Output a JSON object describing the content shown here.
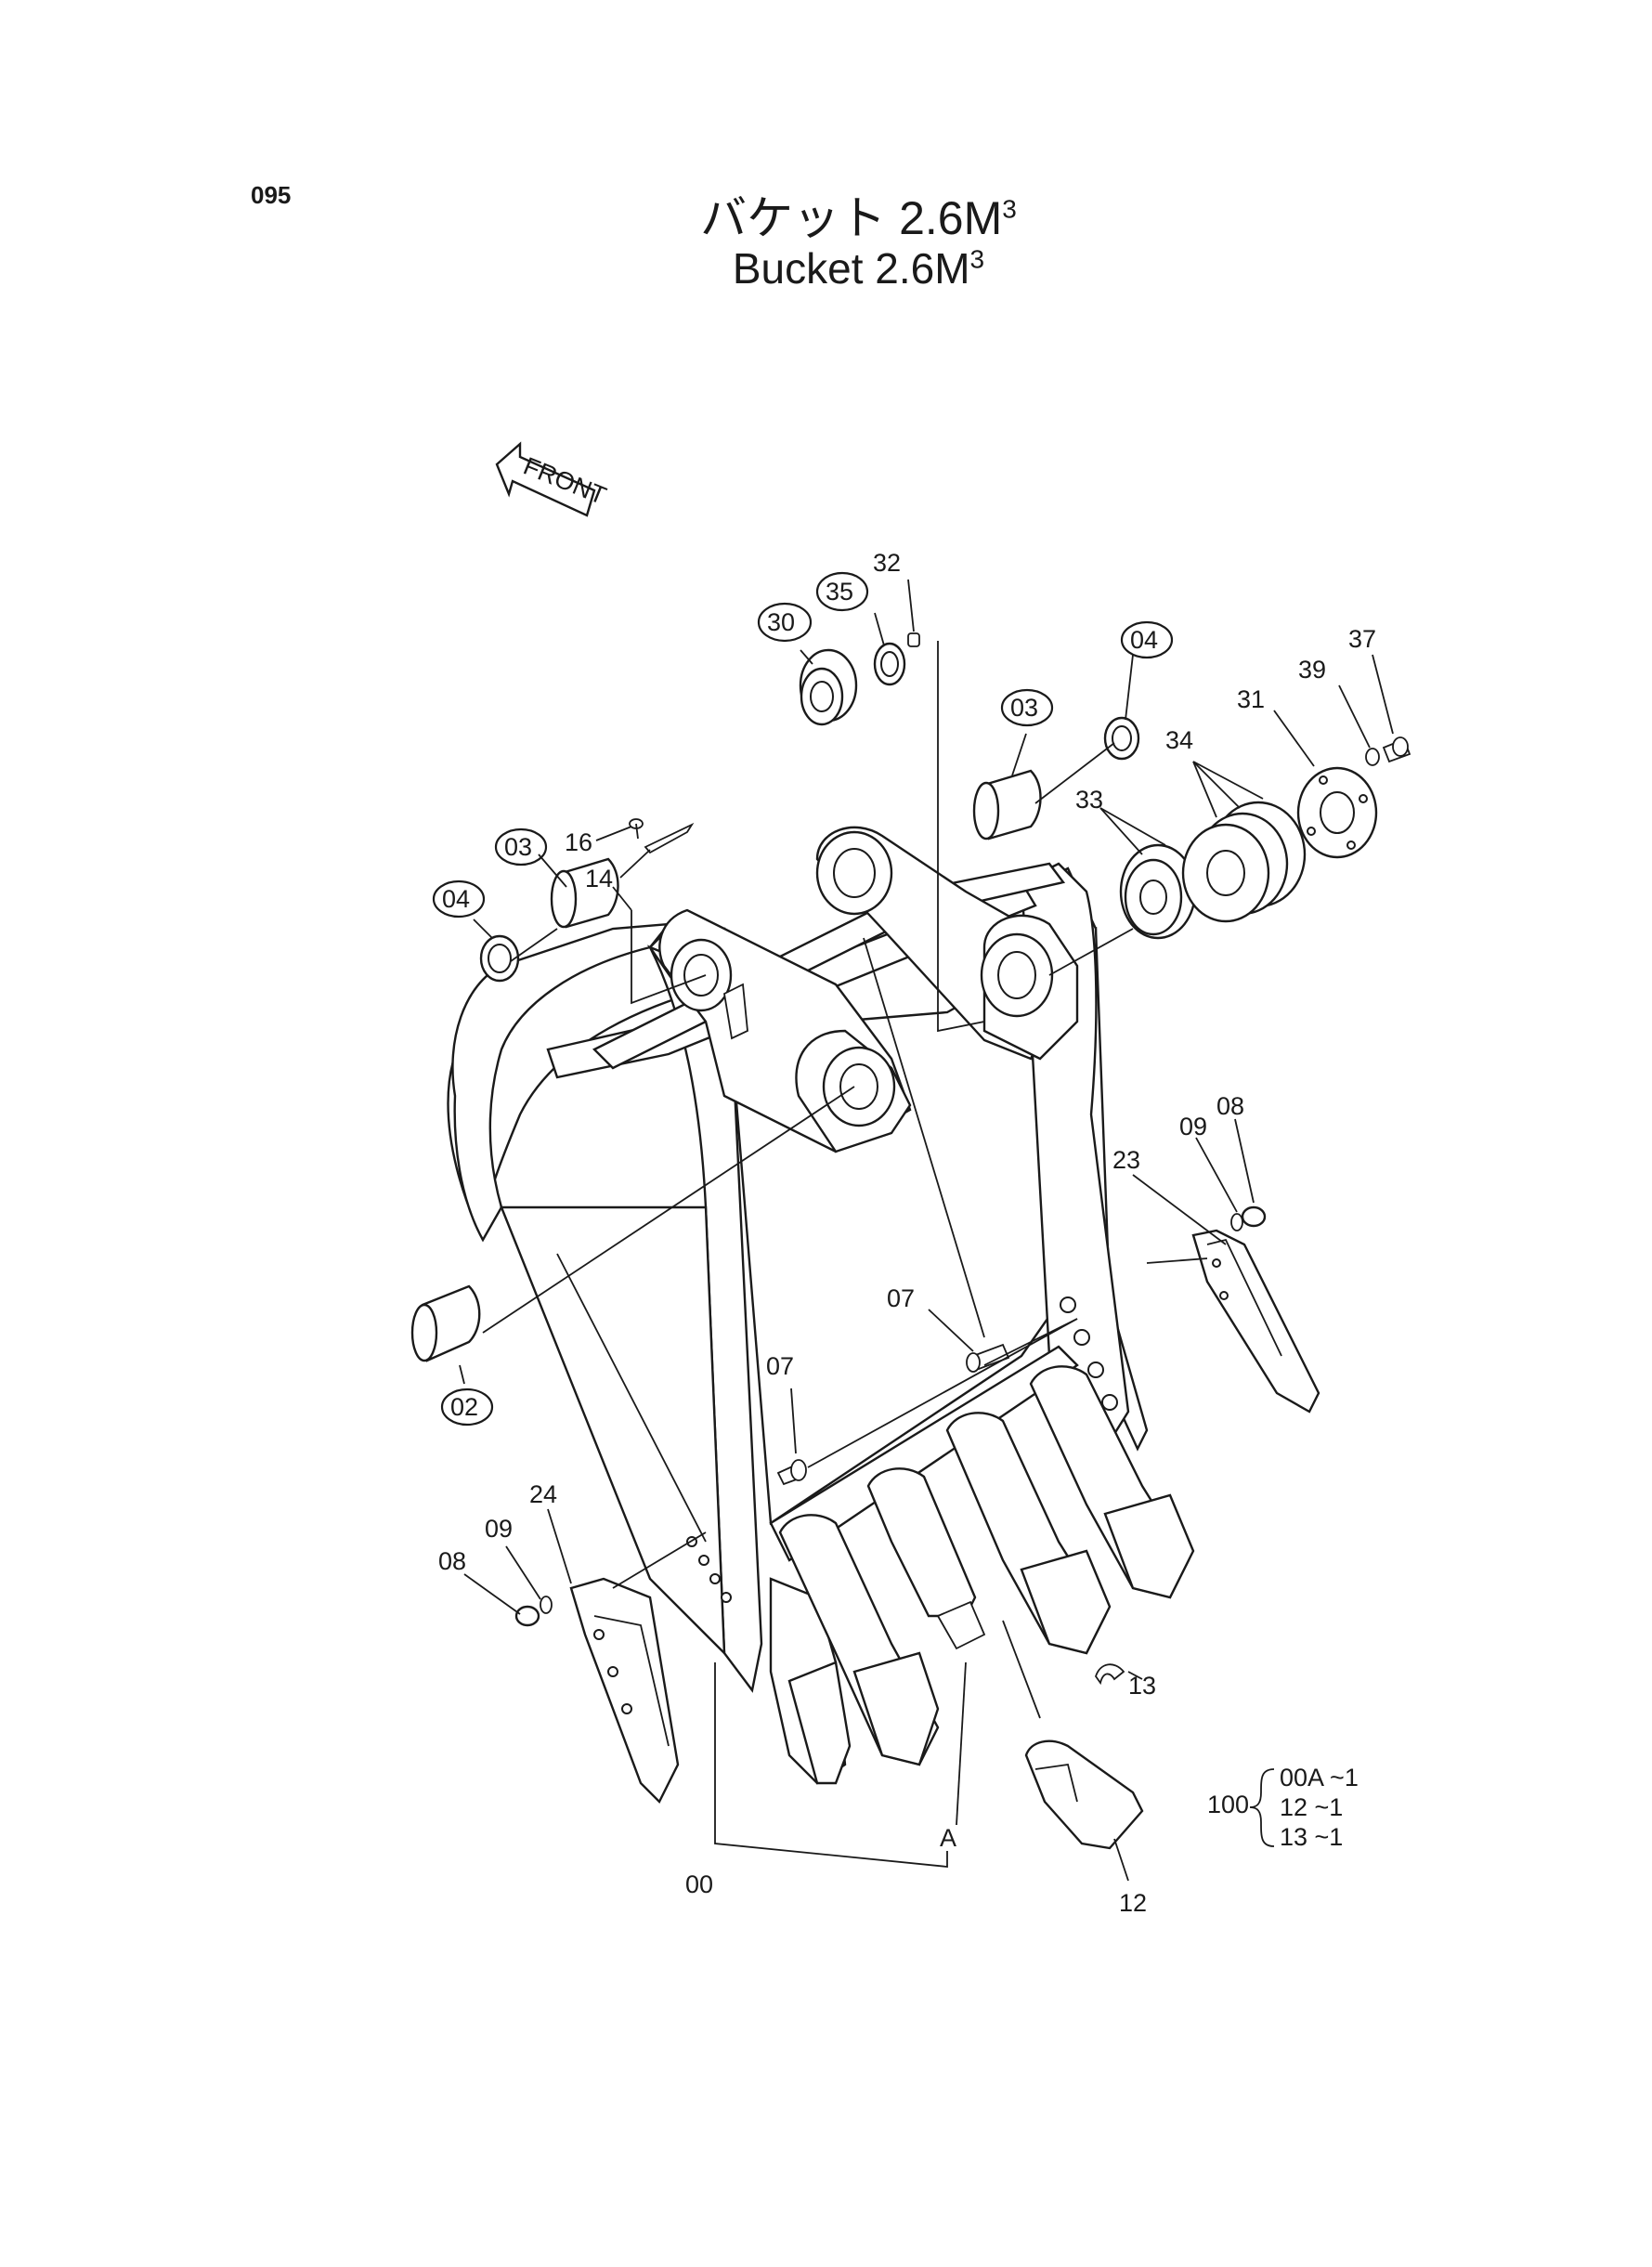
{
  "page_number": "095",
  "title_jp": "バケット 2.6M",
  "title_en": "Bucket 2.6M",
  "title_sup": "3",
  "front_label": "FRONT",
  "callouts": {
    "c00": "00",
    "c02": "02",
    "c03a": "03",
    "c03b": "03",
    "c04a": "04",
    "c04b": "04",
    "c07a": "07",
    "c07b": "07",
    "c08a": "08",
    "c08b": "08",
    "c09a": "09",
    "c09b": "09",
    "c12": "12",
    "c13": "13",
    "c14": "14",
    "c16": "16",
    "c23": "23",
    "c24": "24",
    "c30": "30",
    "c31": "31",
    "c32": "32",
    "c33": "33",
    "c34": "34",
    "c35": "35",
    "c37": "37",
    "c39": "39",
    "cA": "A"
  },
  "kit": {
    "number": "100",
    "lines": [
      "00A ~1",
      "12  ~1",
      "13  ~1"
    ]
  }
}
